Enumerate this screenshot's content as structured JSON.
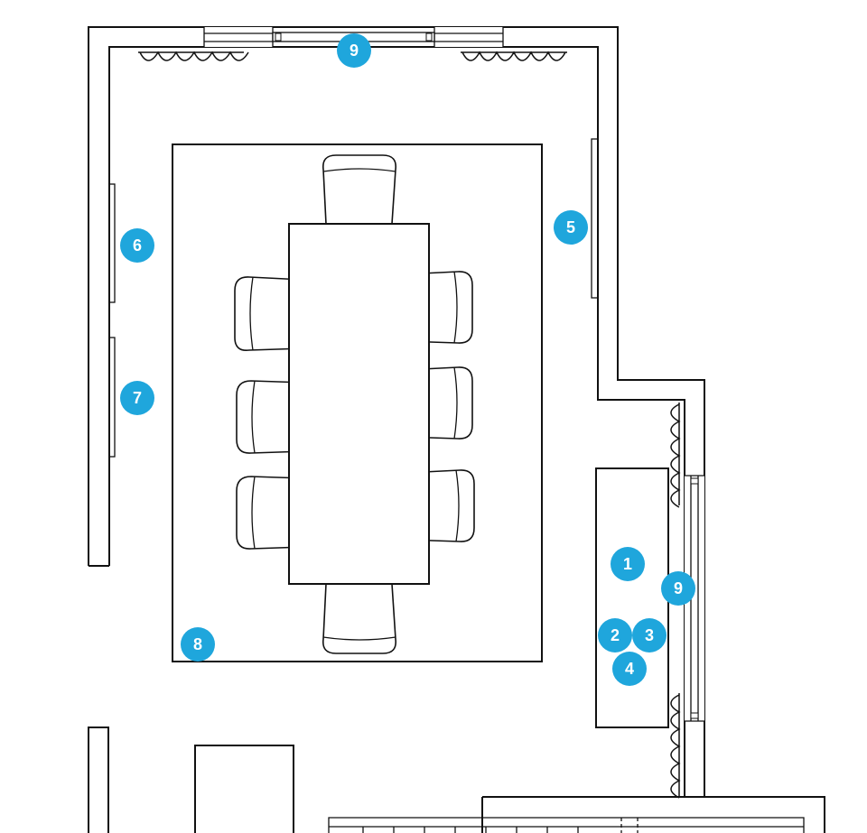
{
  "markers": [
    {
      "label": "9",
      "role": "window-curtains-top"
    },
    {
      "label": "6",
      "role": "left-wall-fixture-upper"
    },
    {
      "label": "7",
      "role": "left-wall-fixture-lower"
    },
    {
      "label": "5",
      "role": "right-wall-fixture"
    },
    {
      "label": "8",
      "role": "rug"
    },
    {
      "label": "1",
      "role": "console"
    },
    {
      "label": "9",
      "role": "window-curtains-right"
    },
    {
      "label": "2",
      "role": "console-item-a"
    },
    {
      "label": "3",
      "role": "console-item-b"
    },
    {
      "label": "4",
      "role": "console-item-c"
    }
  ],
  "colors": {
    "marker": "#1fa6dc",
    "line": "#111111",
    "background": "#ffffff"
  }
}
